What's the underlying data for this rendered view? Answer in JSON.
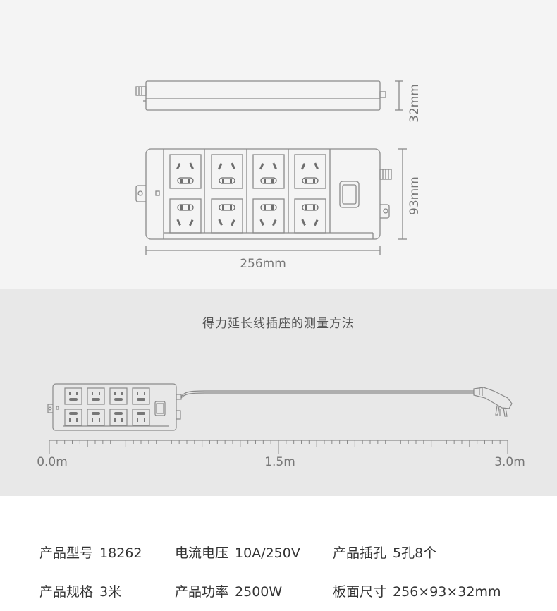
{
  "diagram": {
    "height_label": "32mm",
    "depth_label": "93mm",
    "width_label": "256mm"
  },
  "measurement": {
    "title": "得力延长线插座的测量方法",
    "scale_labels": [
      "0.0m",
      "1.5m",
      "3.0m"
    ]
  },
  "specs": {
    "row1": [
      {
        "label": "产品型号",
        "value": "18262"
      },
      {
        "label": "电流电压",
        "value": "10A/250V"
      },
      {
        "label": "产品插孔",
        "value": "5孔8个"
      }
    ],
    "row2": [
      {
        "label": "产品规格",
        "value": "3米"
      },
      {
        "label": "产品功率",
        "value": "2500W"
      },
      {
        "label": "板面尺寸",
        "value": "256×93×32mm"
      }
    ]
  },
  "colors": {
    "line": "#8a8a8a",
    "mid_bg": "#e8e8e8",
    "top_bg": "#f4f4f4"
  }
}
